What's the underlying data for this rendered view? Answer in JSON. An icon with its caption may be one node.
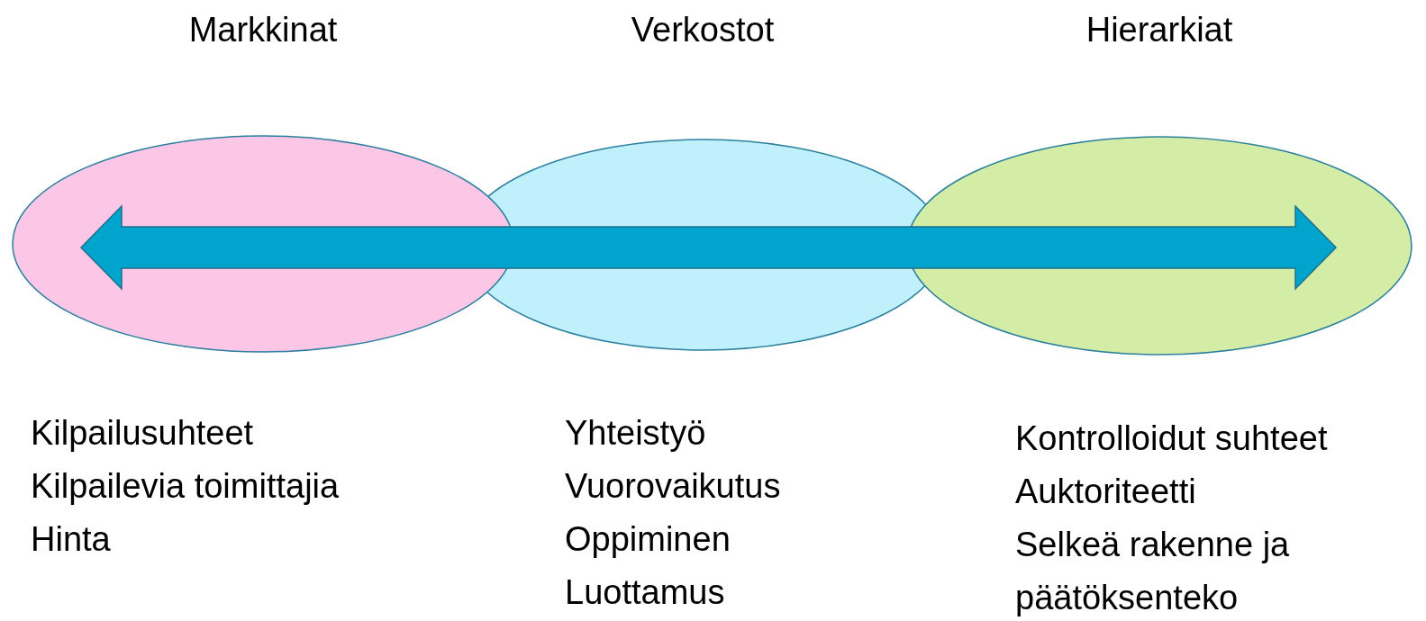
{
  "diagram": {
    "nodes": [
      {
        "text": [
          "Markkinat"
        ],
        "beside": [
          "Kilpailusuhteet",
          "Kilpailevia toimittajia",
          "Hinta"
        ]
      },
      {
        "text": [
          "Verkostot"
        ],
        "beside": [
          "Yhteistyö",
          "Vuorovaikutus",
          "Oppiminen",
          "Luottamus"
        ]
      },
      {
        "text": [
          "Hierarkiat"
        ],
        "beside": [
          "Kontrolloidut suhteet",
          "Auktoriteetti",
          "Selkeä rakenne ja päätöksenteko"
        ]
      }
    ]
  }
}
